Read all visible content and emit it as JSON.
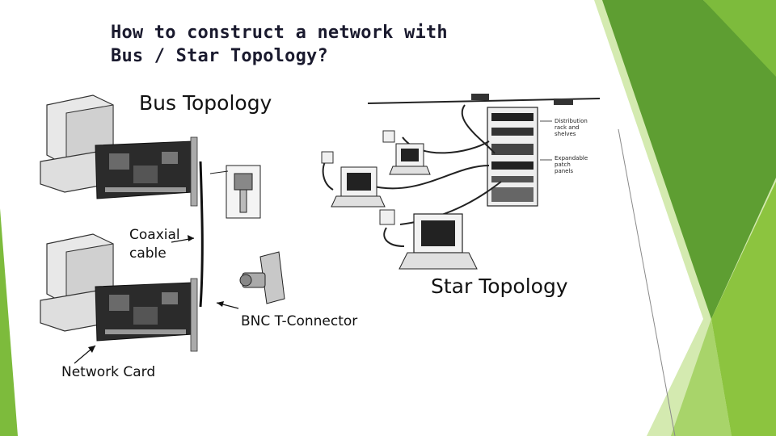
{
  "title": {
    "line1": "How to construct a network with",
    "line2": "Bus / Star Topology?"
  },
  "labels": {
    "bus_topology": "Bus Topology",
    "star_topology": "Star Topology",
    "coaxial_line1": "Coaxial",
    "coaxial_line2": "cable",
    "bnc_connector": "BNC T-Connector",
    "network_card": "Network Card"
  },
  "rack_labels": {
    "distribution_line1": "Distribution",
    "distribution_line2": "rack and",
    "distribution_line3": "shelves",
    "patch_line1": "Expandable",
    "patch_line2": "patch",
    "patch_line3": "panels"
  },
  "colors": {
    "green_dark": "#5e9e32",
    "green_mid": "#7dbb3c",
    "green_light": "#a8d46a",
    "green_pale": "#d4eab0",
    "title_text": "#1a1a2e"
  }
}
